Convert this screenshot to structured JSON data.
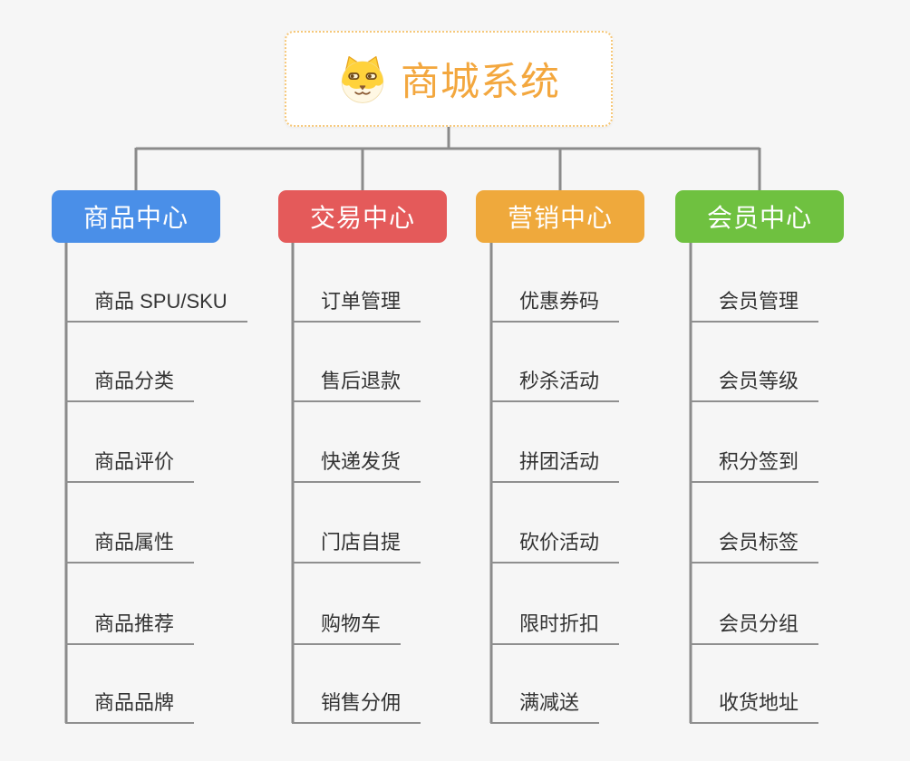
{
  "canvas": {
    "background_color": "#f6f6f6",
    "connector_color": "#8b8b8b",
    "leaf_underline_color": "#8f8f8f"
  },
  "root": {
    "title": "商城系统",
    "title_color": "#f3a73e",
    "border_color": "#f6c87a",
    "icon": "dog-face-icon"
  },
  "branches": [
    {
      "label": "商品中心",
      "color": "#4a8fe8",
      "children": [
        "商品 SPU/SKU",
        "商品分类",
        "商品评价",
        "商品属性",
        "商品推荐",
        "商品品牌"
      ]
    },
    {
      "label": "交易中心",
      "color": "#e45a5a",
      "children": [
        "订单管理",
        "售后退款",
        "快递发货",
        "门店自提",
        "购物车",
        "销售分佣"
      ]
    },
    {
      "label": "营销中心",
      "color": "#efa93c",
      "children": [
        "优惠券码",
        "秒杀活动",
        "拼团活动",
        "砍价活动",
        "限时折扣",
        "满减送"
      ]
    },
    {
      "label": "会员中心",
      "color": "#6fc140",
      "children": [
        "会员管理",
        "会员等级",
        "积分签到",
        "会员标签",
        "会员分组",
        "收货地址"
      ]
    }
  ]
}
